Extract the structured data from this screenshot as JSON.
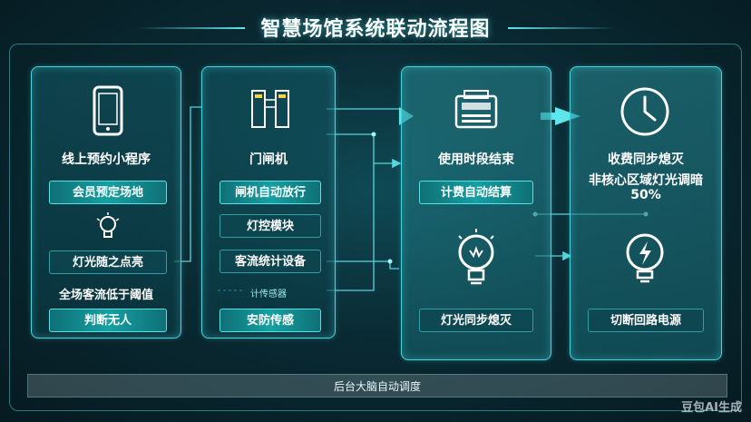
{
  "title": "智慧场馆系统联动流程图",
  "panel1": {
    "heading": "线上预约小程序",
    "chip_booking": "会员预定场地",
    "chip_lights_follow": "灯光随之点亮",
    "text_threshold": "全场客流低于阈值",
    "chip_judge": "判断无人"
  },
  "panel2": {
    "heading": "门闸机",
    "chip_gate": "闸机自动放行",
    "chip_light_module": "灯控模块",
    "chip_counter": "客流统计设备",
    "small_sensor": "计传感器",
    "chip_security": "安防传感"
  },
  "panel3": {
    "heading": "使用时段结束",
    "chip_billing": "计费自动结算",
    "chip_lights_off": "灯光同步熄灭"
  },
  "panel4": {
    "heading": "收费同步熄灭",
    "subheading": "非核心区域灯光调暗",
    "dim_value": "50%",
    "chip_cut_power": "切断回路电源"
  },
  "bottom_bar": "后台大脑自动调度",
  "watermark": "豆包AI生成",
  "colors": {
    "accent": "#47d6dd",
    "chip": "#15a0a2",
    "background": "#0a2a33"
  },
  "icons": [
    "smartphone-icon",
    "lightbulb-icon",
    "gate-turnstile-icon",
    "billing-machine-icon",
    "clock-icon",
    "lightbulb-icon",
    "power-lightbulb-icon"
  ]
}
